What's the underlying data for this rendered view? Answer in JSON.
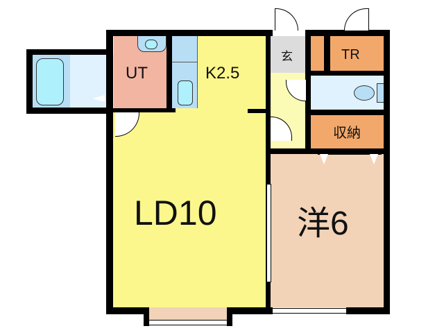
{
  "floorplan": {
    "rooms": {
      "ut": {
        "label": "UT",
        "color": "#f1b5a1"
      },
      "kitchen": {
        "label": "K2.5",
        "color": "#fbf78c"
      },
      "ld": {
        "label": "LD10",
        "color": "#fbf78c"
      },
      "western": {
        "label": "洋6",
        "color": "#f2d3b8"
      },
      "genkan": {
        "label": "玄",
        "color": "#dcdcdc"
      },
      "tr": {
        "label": "TR",
        "color": "#f3a86b"
      },
      "storage": {
        "label": "収納",
        "color": "#f3a86b"
      },
      "bath": {
        "label": "",
        "color": "#dff2fd"
      },
      "toilet": {
        "label": "",
        "color": "#dff2fd"
      },
      "hall": {
        "label": "",
        "color": "#fbfbb6"
      }
    },
    "colors": {
      "wall": "#000000",
      "fixture": "#aef0fb",
      "fixture_base": "#b8def6",
      "balcony": "#f2d3b8"
    }
  }
}
